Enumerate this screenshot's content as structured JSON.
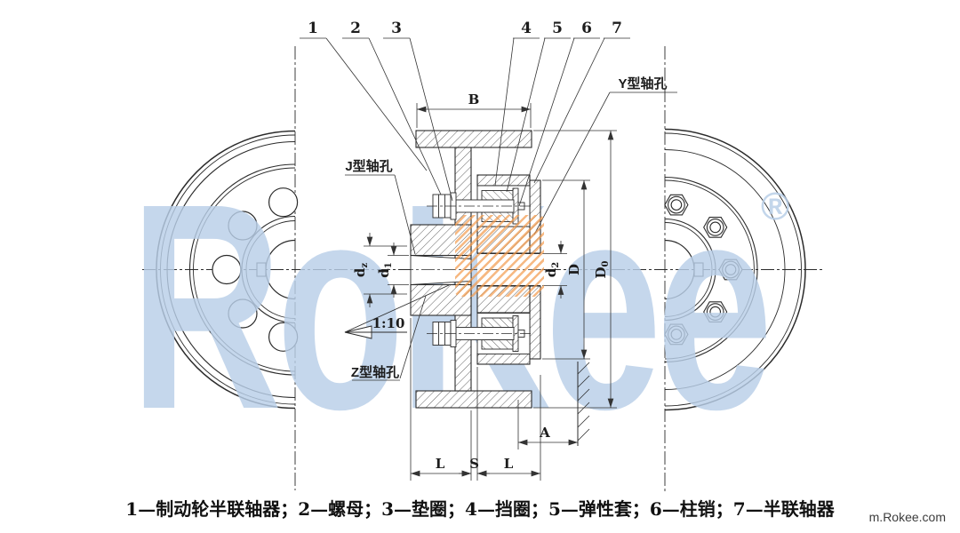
{
  "watermark": {
    "big_text": "RoKee",
    "registered": "®",
    "big_color": "#b9cfe8",
    "orange_color": "#f2994a"
  },
  "part_numbers": [
    "1",
    "2",
    "3",
    "4",
    "5",
    "6",
    "7"
  ],
  "labels": {
    "y_hole": "Y型轴孔",
    "j_hole": "J型轴孔",
    "z_hole": "Z型轴孔"
  },
  "dims": {
    "B": "B",
    "D": "D",
    "D0_base": "D",
    "D0_sub": "0",
    "d1_base": "d",
    "d1_sub": "1",
    "d2_base": "d",
    "d2_sub": "2",
    "dz_base": "d",
    "dz_sub": "z",
    "L1": "L",
    "S": "S",
    "L2": "L",
    "A": "A",
    "taper": "1:10"
  },
  "footer": {
    "caption": "1—制动轮半联轴器；2—螺母；3—垫圈；4—挡圈；5—弹性套；6—柱销；7—半联轴器",
    "site": "m.Rokee.com"
  }
}
